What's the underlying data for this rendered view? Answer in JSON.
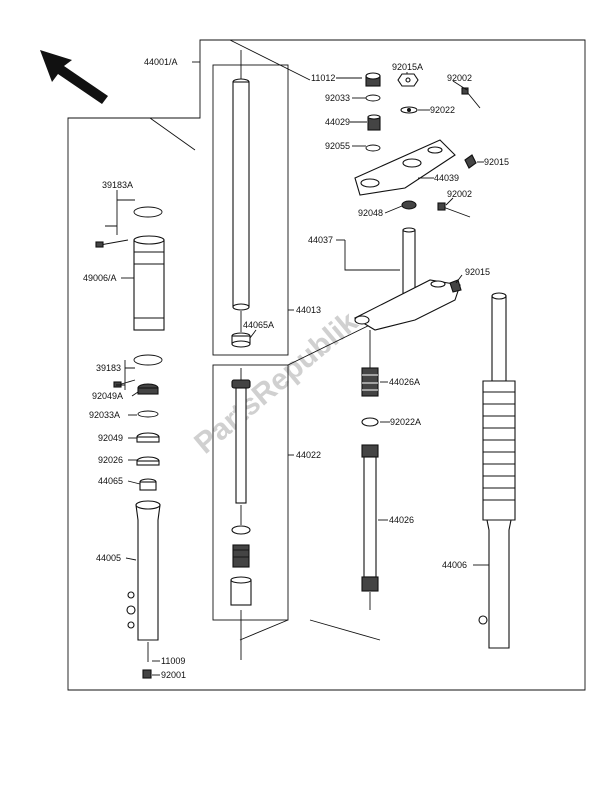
{
  "watermark": "PartsRepublik",
  "labels": {
    "p44001A": "44001/A",
    "p11012": "11012",
    "p92015A": "92015A",
    "p92002a": "92002",
    "p92033": "92033",
    "p92022": "92022",
    "p44029": "44029",
    "p92055": "92055",
    "p92015a": "92015",
    "p44039": "44039",
    "p92002b": "92002",
    "p92048": "92048",
    "p44037": "44037",
    "p92015b": "92015",
    "p39183A": "39183A",
    "p49006A": "49006/A",
    "p44013": "44013",
    "p44065A": "44065A",
    "p39183": "39183",
    "p92049A": "92049A",
    "p92033A": "92033A",
    "p92049": "92049",
    "p92026": "92026",
    "p44065": "44065",
    "p44005": "44005",
    "p11009": "11009",
    "p92001": "92001",
    "p44022": "44022",
    "p44026A": "44026A",
    "p92022A": "92022A",
    "p44026": "44026",
    "p44006": "44006"
  }
}
